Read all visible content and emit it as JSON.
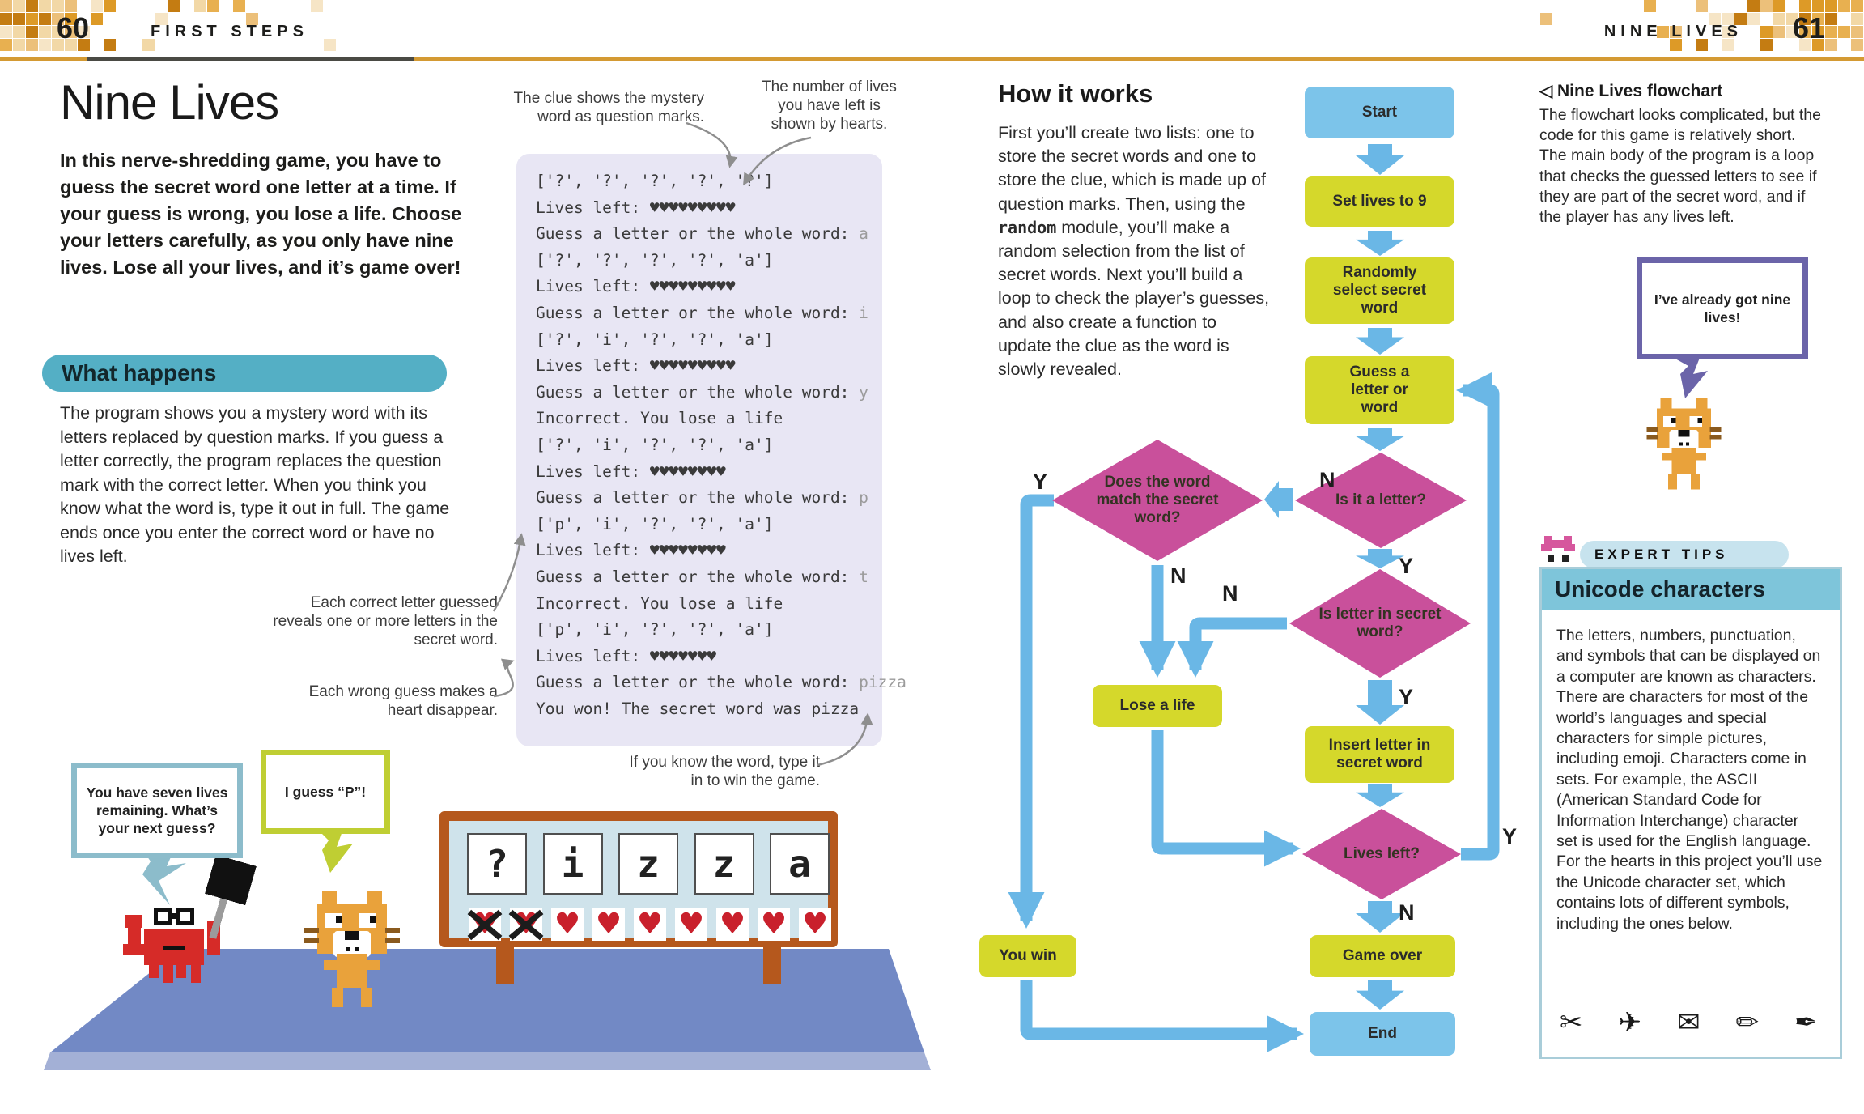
{
  "header": {
    "left_page_number": "60",
    "left_section": "FIRST STEPS",
    "right_section": "NINE LIVES",
    "right_page_number": "61"
  },
  "left": {
    "title": "Nine Lives",
    "intro": "In this nerve-shredding game, you have to guess the secret word one letter at a time. If your guess is wrong, you lose a life. Choose your letters carefully, as you only have nine lives. Lose all your lives, and it’s game over!",
    "what_happens": {
      "heading": "What happens",
      "body": "The program shows you a mystery word with its letters replaced by question marks. If you guess a letter correctly, the program replaces the question mark with the correct letter. When you think you know what the word is, type it out in full. The game ends once you enter the correct word or have no lives left."
    },
    "annotations": {
      "clue": "The clue shows the mystery word as question marks.",
      "lives": "The number of lives you have left is shown by hearts.",
      "correct": "Each correct letter guessed reveals one or more letters in the secret word.",
      "wrong": "Each wrong guess makes a heart disappear.",
      "win": "If you know the word, type it in to win the game."
    },
    "console": {
      "lines": [
        {
          "text": "['?', '?', '?', '?', '?']"
        },
        {
          "text": "Lives left: ♥♥♥♥♥♥♥♥♥"
        },
        {
          "text": "Guess a letter or the whole word: ",
          "input": "a"
        },
        {
          "text": "['?', '?', '?', '?', 'a']"
        },
        {
          "text": "Lives left: ♥♥♥♥♥♥♥♥♥"
        },
        {
          "text": "Guess a letter or the whole word: ",
          "input": "i"
        },
        {
          "text": "['?', 'i', '?', '?', 'a']"
        },
        {
          "text": "Lives left: ♥♥♥♥♥♥♥♥♥"
        },
        {
          "text": "Guess a letter or the whole word: ",
          "input": "y"
        },
        {
          "text": "Incorrect. You lose a life"
        },
        {
          "text": "['?', 'i', '?', '?', 'a']"
        },
        {
          "text": "Lives left: ♥♥♥♥♥♥♥♥"
        },
        {
          "text": "Guess a letter or the whole word: ",
          "input": "p"
        },
        {
          "text": "['p', 'i', '?', '?', 'a']"
        },
        {
          "text": "Lives left: ♥♥♥♥♥♥♥♥"
        },
        {
          "text": "Guess a letter or the whole word: ",
          "input": "t"
        },
        {
          "text": "Incorrect. You lose a life"
        },
        {
          "text": "['p', 'i', '?', '?', 'a']"
        },
        {
          "text": "Lives left: ♥♥♥♥♥♥♥"
        },
        {
          "text": "Guess a letter or the whole word: ",
          "input": "pizza"
        },
        {
          "text": "You won! The secret word was pizza"
        }
      ]
    },
    "scene": {
      "crab_bubble": "You have seven lives remaining. What’s your next guess?",
      "cat_bubble": "I guess “P”!",
      "board_letters": [
        "?",
        "i",
        "z",
        "z",
        "a"
      ],
      "hearts_total": 9,
      "hearts_crossed": 2
    }
  },
  "right": {
    "how_it_works": {
      "heading": "How it works",
      "before": "First you’ll create two lists: one to store the secret words and one to store the clue, which is made up of question marks. Then, using the ",
      "code": "random",
      "after": " module, you’ll make a random selection from the list of secret words. Next you’ll build a loop to check the player’s guesses, and also create a function to update the clue as the word is slowly revealed."
    },
    "flowchart": {
      "nodes": {
        "start": "Start",
        "set_lives": "Set lives to 9",
        "random_select": "Randomly select secret word",
        "guess": "Guess a letter or word",
        "is_letter": "Is it a letter?",
        "does_match": "Does the word match the secret word?",
        "in_secret": "Is letter in secret word?",
        "lose_life": "Lose a life",
        "insert_letter": "Insert letter in secret word",
        "lives_left": "Lives left?",
        "you_win": "You win",
        "game_over": "Game over",
        "end": "End"
      },
      "labels": {
        "yes": "Y",
        "no": "N"
      }
    },
    "caption": {
      "marker": "◁",
      "heading": " Nine Lives flowchart",
      "body": "The flowchart looks complicated, but the code for this game is relatively short. The main body of the program is a loop that checks the guessed letters to see if they are part of the secret word, and if the player has any lives left."
    },
    "cat_bubble": "I’ve already got nine lives!",
    "expert_tips": {
      "tab": "EXPERT TIPS",
      "heading": "Unicode characters",
      "body": "The letters, numbers, punctuation, and symbols that can be displayed on a computer are known as characters. There are characters for most of the world’s languages and special characters for simple pictures, including emoji. Characters come in sets. For example, the ASCII (American Standard Code for Information Interchange) character set is used for the English language. For the hearts in this project you’ll use the Unicode character set, which contains lots of different symbols, including the ones below.",
      "symbols": [
        "✂",
        "✈",
        "✉",
        "✏",
        "✒"
      ]
    }
  }
}
